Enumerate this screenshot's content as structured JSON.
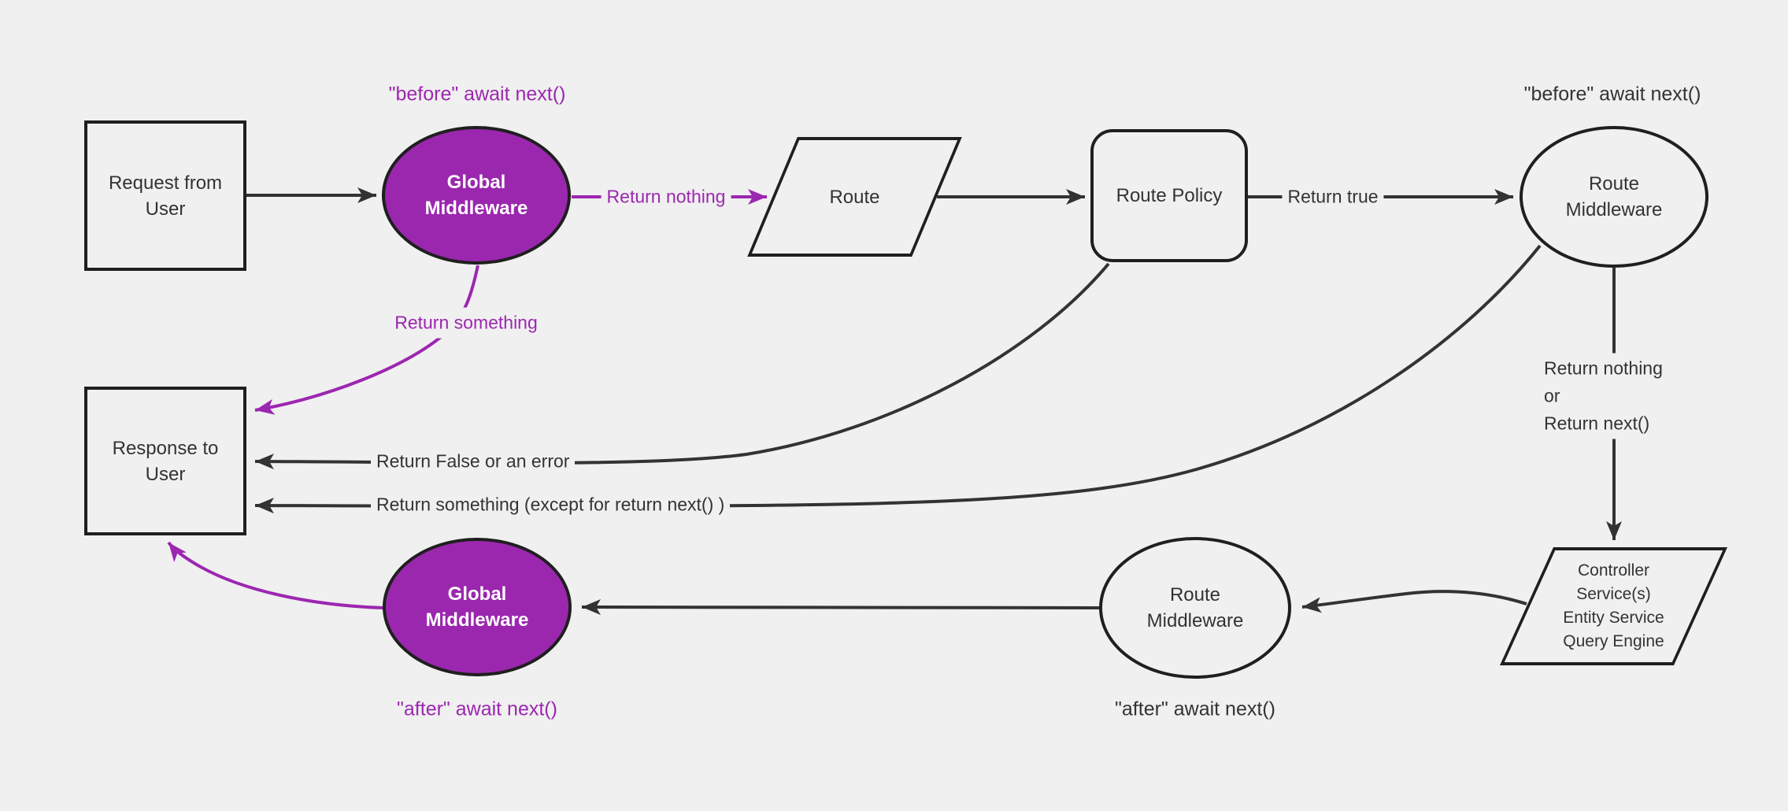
{
  "diagram": {
    "colors": {
      "bg": "#f0f0f0",
      "dark": "#333333",
      "node_border": "#1f1f1f",
      "purple": "#9c27b0",
      "purple_fill": "#9b27af",
      "white": "#ffffff"
    },
    "nodes": {
      "request": {
        "label": "Request from\nUser"
      },
      "global_mw_top": {
        "label": "Global\nMiddleware"
      },
      "route": {
        "label": "Route"
      },
      "route_policy": {
        "label": "Route Policy"
      },
      "route_mw_top": {
        "label": "Route\nMiddleware"
      },
      "controller": {
        "label": "Controller\nService(s)\nEntity Service\nQuery Engine"
      },
      "route_mw_bottom": {
        "label": "Route\nMiddleware"
      },
      "global_mw_bottom": {
        "label": "Global\nMiddleware"
      },
      "response": {
        "label": "Response to\nUser"
      }
    },
    "edge_labels": {
      "return_nothing": "Return nothing",
      "return_something": "Return something",
      "return_true": "Return true",
      "return_false_or_error": "Return False or an error",
      "return_something_except": "Return something (except for return next() )",
      "return_nothing_or_next": "Return nothing\nor\nReturn next()"
    },
    "annotations": {
      "global_before": "\"before\" await next()",
      "route_before": "\"before\" await next()",
      "route_after": "\"after\" await next()",
      "global_after": "\"after\" await next()"
    }
  }
}
